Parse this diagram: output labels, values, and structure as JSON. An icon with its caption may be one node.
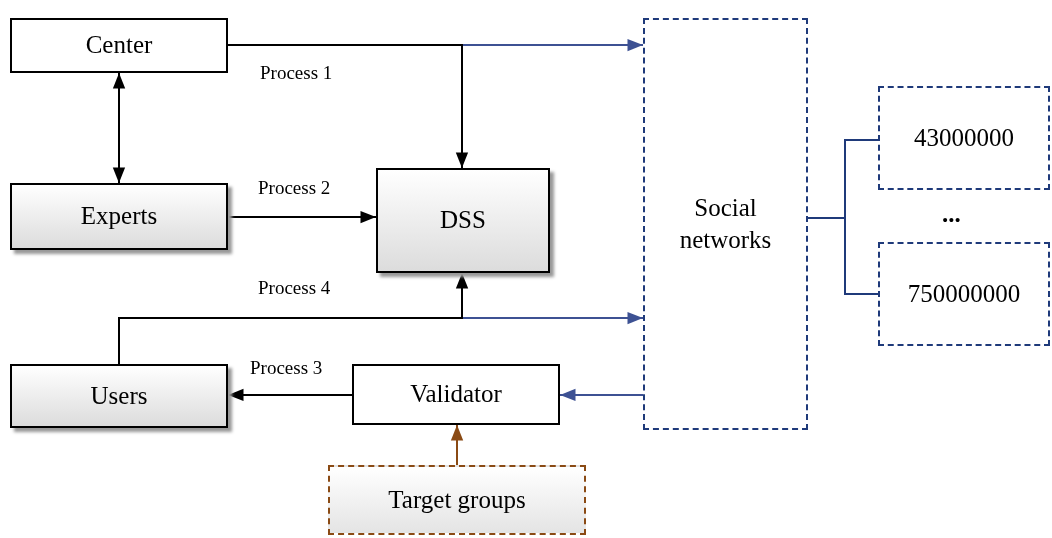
{
  "diagram": {
    "nodes": [
      {
        "text": [
          "Center"
        ]
      },
      {
        "text": [
          "Experts"
        ]
      },
      {
        "text": [
          "DSS"
        ]
      },
      {
        "text": [
          "Social networks"
        ]
      },
      {
        "text": [
          "43000000"
        ]
      },
      {
        "text": [
          "750000000"
        ]
      },
      {
        "text": [
          "Users"
        ]
      },
      {
        "text": [
          "Validator"
        ]
      },
      {
        "text": [
          "Target groups"
        ]
      }
    ],
    "edges": [
      {
        "from": 0,
        "to": 1,
        "arrow": "both"
      },
      {
        "from": 0,
        "to": 2,
        "arrow": "to",
        "label": "Process 1"
      },
      {
        "from": 0,
        "to": 3,
        "arrow": "to",
        "color": "#3d5193"
      },
      {
        "from": 1,
        "to": 2,
        "arrow": "to",
        "label": "Process 2"
      },
      {
        "from": 6,
        "to": 2,
        "arrow": "to",
        "label": "Process 4"
      },
      {
        "from": 6,
        "to": 3,
        "arrow": "to",
        "color": "#3d5193"
      },
      {
        "from": 7,
        "to": 6,
        "arrow": "to",
        "label": "Process 3"
      },
      {
        "from": 3,
        "to": 7,
        "arrow": "to",
        "color": "#3d5193"
      },
      {
        "from": 8,
        "to": 7,
        "arrow": "to",
        "color": "#8a4a14"
      },
      {
        "from": 3,
        "to": 4,
        "arrow": "none",
        "color": "#1f3a7a"
      },
      {
        "from": 3,
        "to": 5,
        "arrow": "none",
        "color": "#1f3a7a"
      }
    ],
    "labels": [
      "..."
    ]
  }
}
